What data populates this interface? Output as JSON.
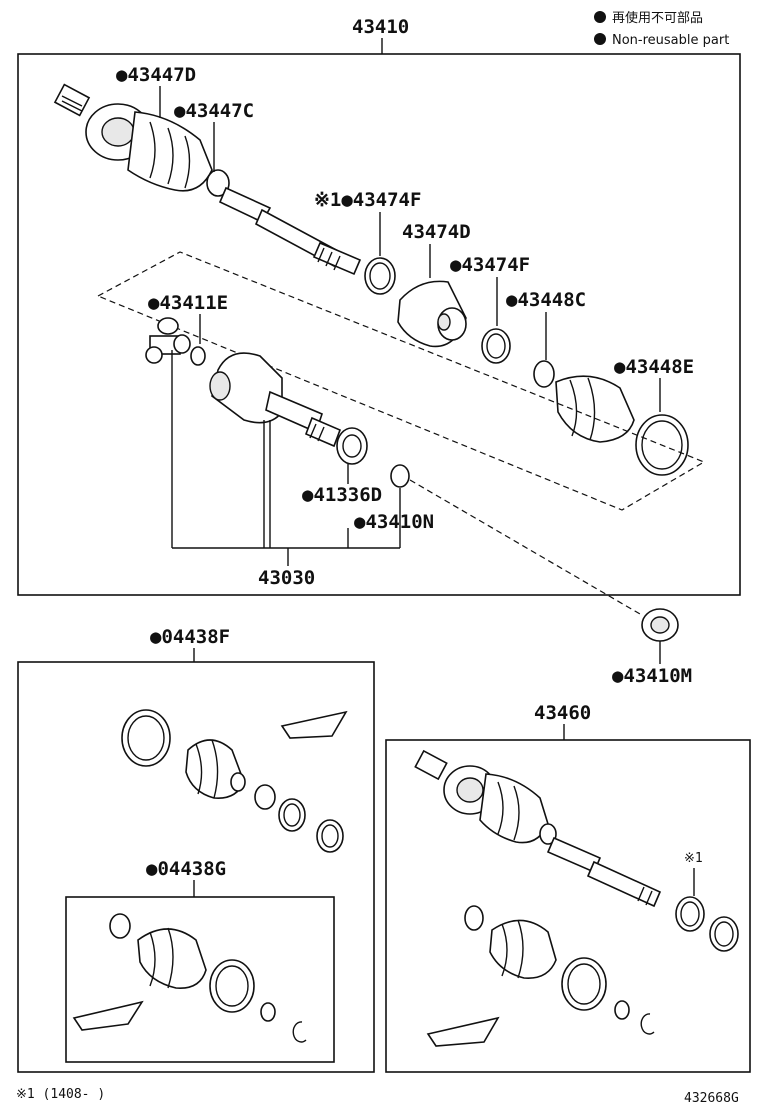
{
  "legend": {
    "line1": "再使用不可部品",
    "line2": "Non-reusable part"
  },
  "labels": {
    "assy_43410": "43410",
    "p43447D": "●43447D",
    "p43447C": "●43447C",
    "p43474F_a": "●43474F",
    "p43474F_a_mark": "※1",
    "p43474D": "43474D",
    "p43474F_b": "●43474F",
    "p43448C": "●43448C",
    "p43448E": "●43448E",
    "p43411E": "●43411E",
    "p41336D": "●41336D",
    "p43410N": "●43410N",
    "p43030": "43030",
    "p43410M": "●43410M",
    "kit_04438F": "●04438F",
    "kit_04438G": "●04438G",
    "assy_43460": "43460",
    "mark_43460": "※1"
  },
  "footer": {
    "note": "※1 (1408-      )",
    "code": "432668G"
  }
}
